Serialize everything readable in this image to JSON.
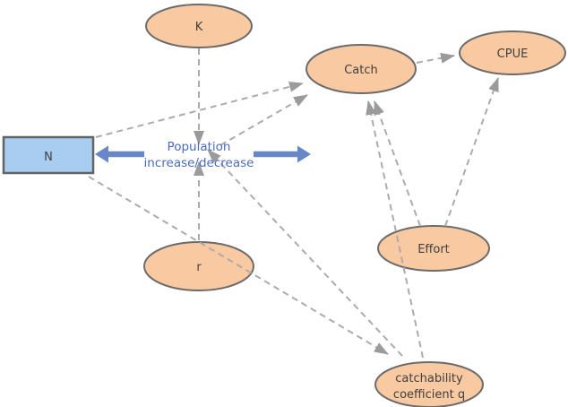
{
  "diagram": {
    "type": "causal-stock-flow",
    "nodes": {
      "k": {
        "label": "K",
        "shape": "ellipse"
      },
      "catch": {
        "label": "Catch",
        "shape": "ellipse"
      },
      "cpue": {
        "label": "CPUE",
        "shape": "ellipse"
      },
      "n": {
        "label": "N",
        "shape": "rectangle-stock"
      },
      "r": {
        "label": "r",
        "shape": "ellipse"
      },
      "effort": {
        "label": "Effort",
        "shape": "ellipse"
      },
      "q": {
        "label_line1": "catchability",
        "label_line2": "coefficient q",
        "shape": "ellipse"
      }
    },
    "flow": {
      "label_line1": "Population",
      "label_line2": "increase/decrease"
    },
    "edges": [
      {
        "from": "K",
        "to": "Population increase/decrease",
        "style": "dashed"
      },
      {
        "from": "r",
        "to": "Population increase/decrease",
        "style": "dashed"
      },
      {
        "from": "catchability coefficient q",
        "to": "Population increase/decrease",
        "style": "dashed"
      },
      {
        "from": "N",
        "to": "Catch",
        "style": "dashed"
      },
      {
        "from": "Population increase/decrease",
        "to": "Catch",
        "style": "dashed"
      },
      {
        "from": "catchability coefficient q",
        "to": "Catch",
        "style": "dashed"
      },
      {
        "from": "Effort",
        "to": "Catch",
        "style": "dashed"
      },
      {
        "from": "Catch",
        "to": "CPUE",
        "style": "dashed"
      },
      {
        "from": "Effort",
        "to": "CPUE",
        "style": "dashed"
      },
      {
        "from": "N",
        "to": "catchability coefficient q",
        "style": "dashed"
      }
    ],
    "colors": {
      "ellipse_fill": "#F9C9A2",
      "ellipse_border": "#6B6B6B",
      "stock_fill": "#A8CDF1",
      "stock_border": "#636363",
      "connector_gray": "#ABABAB",
      "arrowhead_gray": "#9B9B9B",
      "flow_arrow_blue": "#6787C8",
      "flow_text_blue": "#4A6BBF",
      "node_text": "#3F3F3F",
      "background": "#FFFFFF"
    }
  }
}
